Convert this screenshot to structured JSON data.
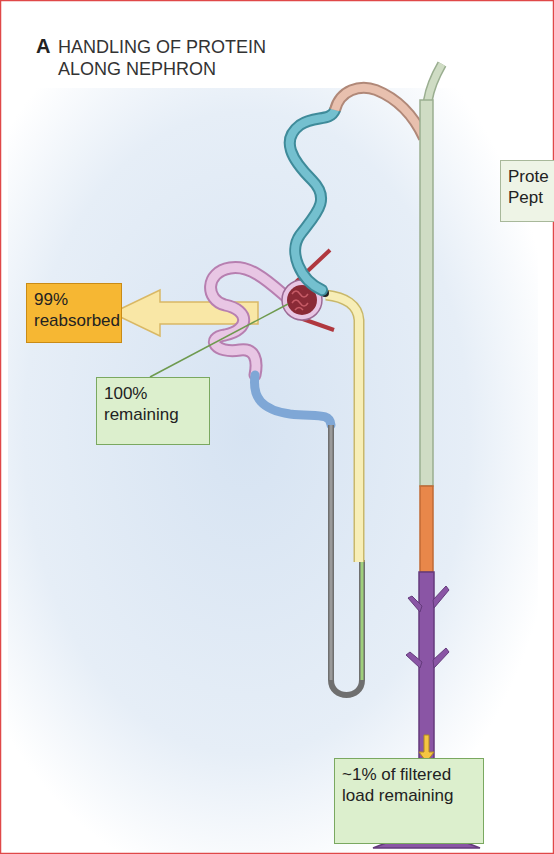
{
  "diagram": {
    "title": "HANDLING OF PROTEIN ALONG NEPHRON",
    "nodes": [
      {
        "text": [
          "99% reabsorbed"
        ]
      },
      {
        "text": [
          "100% remaining"
        ]
      },
      {
        "text": [
          "~1% of filtered load remaining"
        ]
      },
      {
        "text": [
          "Prote Pept"
        ]
      }
    ],
    "labels": [
      "A"
    ]
  }
}
